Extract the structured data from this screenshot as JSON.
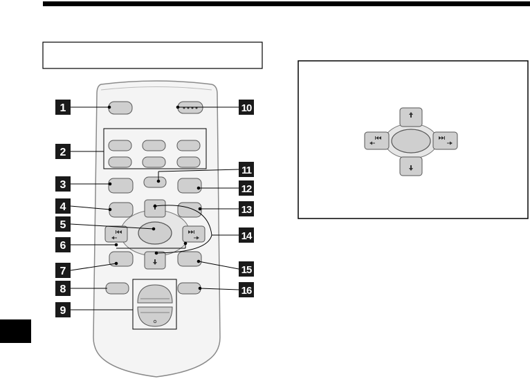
{
  "colors": {
    "ink": "#000000",
    "remote_body": "#f4f4f4",
    "remote_outline": "#8a8a8a",
    "button_fill": "#cfcfcf",
    "button_stroke": "#555555",
    "callout_box": "#1a1a1a",
    "callout_text": "#ffffff"
  },
  "callouts": [
    {
      "number": "1"
    },
    {
      "number": "2"
    },
    {
      "number": "3"
    },
    {
      "number": "4"
    },
    {
      "number": "5"
    },
    {
      "number": "6"
    },
    {
      "number": "7"
    },
    {
      "number": "8"
    },
    {
      "number": "9"
    },
    {
      "number": "10"
    },
    {
      "number": "11"
    },
    {
      "number": "12"
    },
    {
      "number": "13"
    },
    {
      "number": "14"
    },
    {
      "number": "15"
    },
    {
      "number": "16"
    }
  ],
  "icons": {
    "prev_track": "previous-track-icon",
    "next_track": "next-track-icon",
    "up_arrow": "up-arrow-icon",
    "down_arrow": "down-arrow-icon",
    "dots": "three-dots-icon"
  }
}
